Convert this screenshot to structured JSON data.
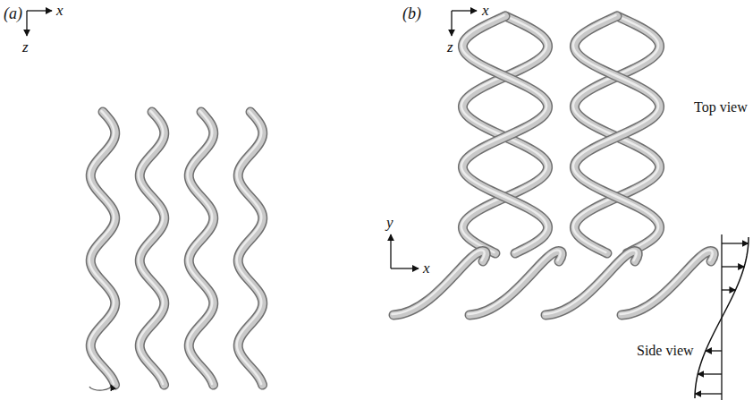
{
  "diagram": {
    "labels": [
      "(a)",
      "x",
      "z",
      "(b)",
      "x",
      "z",
      "Top view",
      "y",
      "x",
      "Side view"
    ]
  }
}
